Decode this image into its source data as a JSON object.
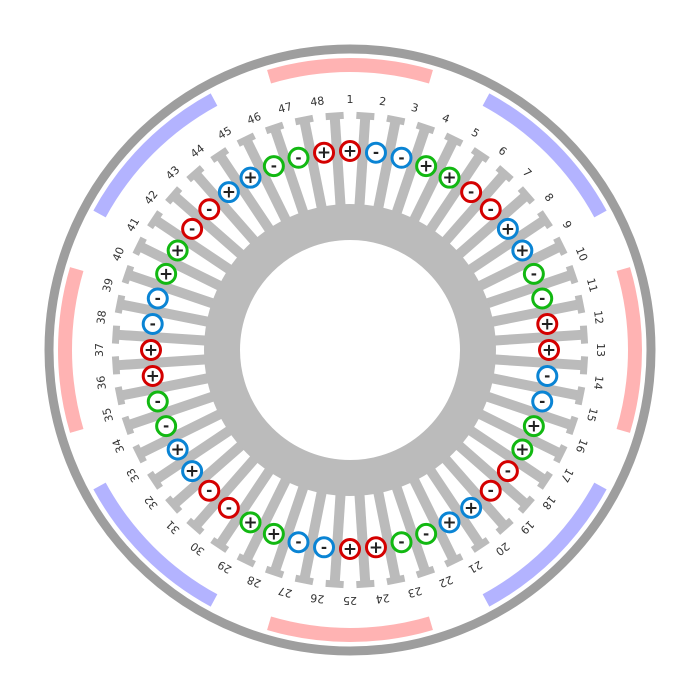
{
  "colors": {
    "frame": "#9e9e9e",
    "core": "#bbbbbb",
    "pole_north": "#ffb3b3",
    "pole_south": "#b3b3ff",
    "phase_a": "#d40000",
    "phase_b": "#0a84d4",
    "phase_c": "#12b812",
    "text": "#333333"
  },
  "slot_count": 48,
  "pole_count": 8,
  "poles": [
    {
      "polarity": "N"
    },
    {
      "polarity": "S"
    },
    {
      "polarity": "N"
    },
    {
      "polarity": "S"
    },
    {
      "polarity": "N"
    },
    {
      "polarity": "S"
    },
    {
      "polarity": "N"
    },
    {
      "polarity": "S"
    }
  ],
  "slots": [
    {
      "label": "1",
      "phase": "a",
      "sign": "+"
    },
    {
      "label": "2",
      "phase": "b",
      "sign": "-"
    },
    {
      "label": "3",
      "phase": "b",
      "sign": "-"
    },
    {
      "label": "4",
      "phase": "c",
      "sign": "+"
    },
    {
      "label": "5",
      "phase": "c",
      "sign": "+"
    },
    {
      "label": "6",
      "phase": "a",
      "sign": "-"
    },
    {
      "label": "7",
      "phase": "a",
      "sign": "-"
    },
    {
      "label": "8",
      "phase": "b",
      "sign": "+"
    },
    {
      "label": "9",
      "phase": "b",
      "sign": "+"
    },
    {
      "label": "10",
      "phase": "c",
      "sign": "-"
    },
    {
      "label": "11",
      "phase": "c",
      "sign": "-"
    },
    {
      "label": "12",
      "phase": "a",
      "sign": "+"
    },
    {
      "label": "13",
      "phase": "a",
      "sign": "+"
    },
    {
      "label": "14",
      "phase": "b",
      "sign": "-"
    },
    {
      "label": "15",
      "phase": "b",
      "sign": "-"
    },
    {
      "label": "16",
      "phase": "c",
      "sign": "+"
    },
    {
      "label": "17",
      "phase": "c",
      "sign": "+"
    },
    {
      "label": "18",
      "phase": "a",
      "sign": "-"
    },
    {
      "label": "19",
      "phase": "a",
      "sign": "-"
    },
    {
      "label": "20",
      "phase": "b",
      "sign": "+"
    },
    {
      "label": "21",
      "phase": "b",
      "sign": "+"
    },
    {
      "label": "22",
      "phase": "c",
      "sign": "-"
    },
    {
      "label": "23",
      "phase": "c",
      "sign": "-"
    },
    {
      "label": "24",
      "phase": "a",
      "sign": "+"
    },
    {
      "label": "25",
      "phase": "a",
      "sign": "+"
    },
    {
      "label": "26",
      "phase": "b",
      "sign": "-"
    },
    {
      "label": "27",
      "phase": "b",
      "sign": "-"
    },
    {
      "label": "28",
      "phase": "c",
      "sign": "+"
    },
    {
      "label": "29",
      "phase": "c",
      "sign": "+"
    },
    {
      "label": "30",
      "phase": "a",
      "sign": "-"
    },
    {
      "label": "31",
      "phase": "a",
      "sign": "-"
    },
    {
      "label": "32",
      "phase": "b",
      "sign": "+"
    },
    {
      "label": "33",
      "phase": "b",
      "sign": "+"
    },
    {
      "label": "34",
      "phase": "c",
      "sign": "-"
    },
    {
      "label": "35",
      "phase": "c",
      "sign": "-"
    },
    {
      "label": "36",
      "phase": "a",
      "sign": "+"
    },
    {
      "label": "37",
      "phase": "a",
      "sign": "+"
    },
    {
      "label": "38",
      "phase": "b",
      "sign": "-"
    },
    {
      "label": "39",
      "phase": "b",
      "sign": "-"
    },
    {
      "label": "40",
      "phase": "c",
      "sign": "+"
    },
    {
      "label": "41",
      "phase": "c",
      "sign": "+"
    },
    {
      "label": "42",
      "phase": "a",
      "sign": "-"
    },
    {
      "label": "43",
      "phase": "a",
      "sign": "-"
    },
    {
      "label": "44",
      "phase": "b",
      "sign": "+"
    },
    {
      "label": "45",
      "phase": "b",
      "sign": "+"
    },
    {
      "label": "46",
      "phase": "c",
      "sign": "-"
    },
    {
      "label": "47",
      "phase": "c",
      "sign": "-"
    },
    {
      "label": "48",
      "phase": "a",
      "sign": "+"
    }
  ]
}
